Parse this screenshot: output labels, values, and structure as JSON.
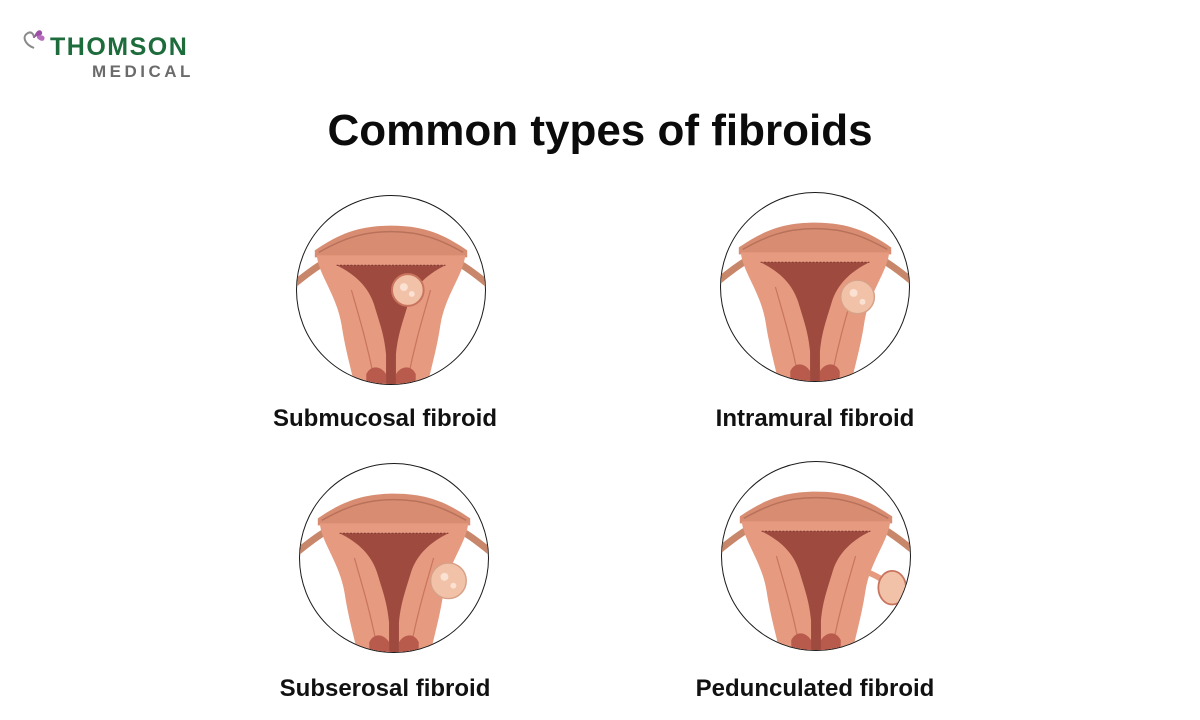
{
  "brand": {
    "name_top": "THOMSON",
    "name_bottom": "MEDICAL",
    "logo_icon": "butterfly-heart-icon",
    "colors": {
      "primary": "#1e6b3c",
      "secondary": "#6b6b6b",
      "accent": "#9b4fa5"
    }
  },
  "title": "Common types of fibroids",
  "fibroid_types": [
    {
      "label": "Submucosal fibroid",
      "illustration": "uterus-submucosal-fibroid",
      "position": "top-left"
    },
    {
      "label": "Intramural fibroid",
      "illustration": "uterus-intramural-fibroid",
      "position": "top-right"
    },
    {
      "label": "Subserosal fibroid",
      "illustration": "uterus-subserosal-fibroid",
      "position": "bottom-left"
    },
    {
      "label": "Pedunculated fibroid",
      "illustration": "uterus-pedunculated-fibroid",
      "position": "bottom-right"
    }
  ],
  "colors": {
    "tissue": "#e69a80",
    "tissue_dark": "#c9745e",
    "cavity": "#9e4a3f",
    "tube": "#c8876a",
    "fibroid": "#f1c2a8"
  }
}
